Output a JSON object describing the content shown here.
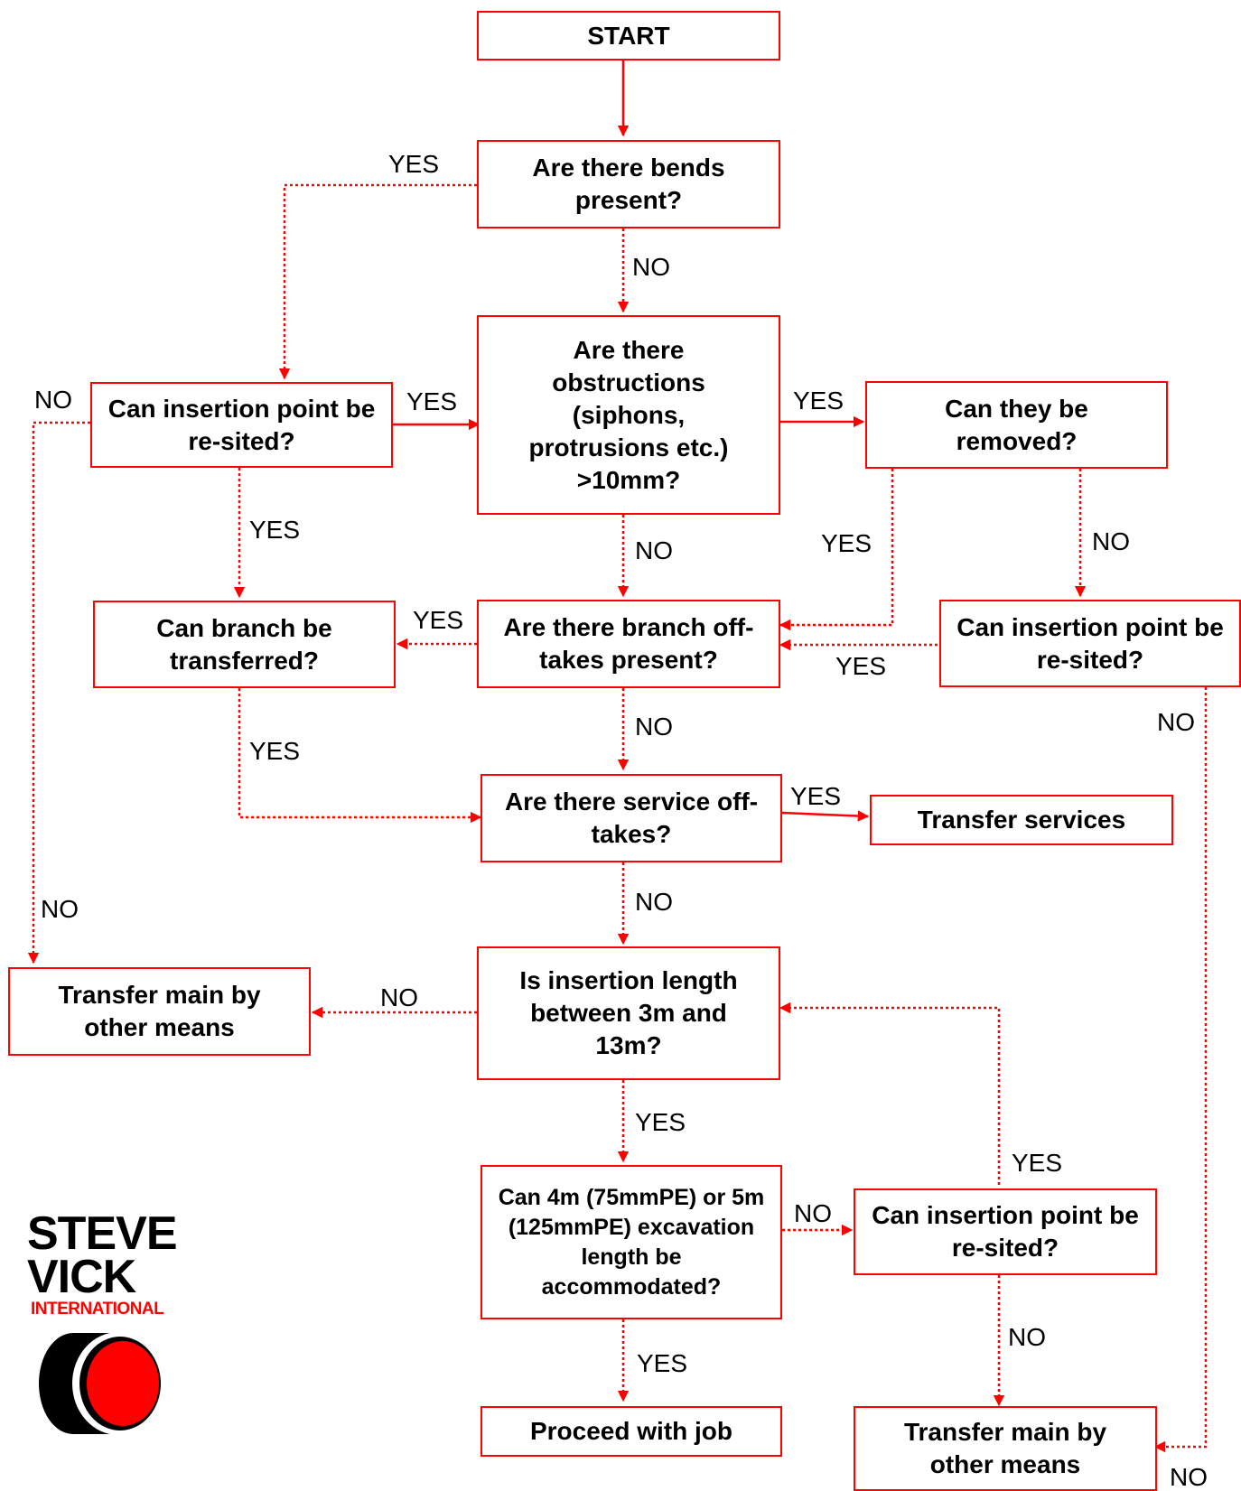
{
  "colors": {
    "line": "#ff0000",
    "text": "#000000",
    "background": "#ffffff"
  },
  "nodes": {
    "start": "START",
    "bends": "Are there bends present?",
    "obstructions": "Are there obstructions (siphons, protrusions etc.) >10mm?",
    "resite_left": "Can insertion point be re-sited?",
    "removed": "Can they be removed?",
    "branch_transfer": "Can branch be transferred?",
    "branch_offtakes": "Are there branch off-takes present?",
    "resite_right": "Can insertion point be re-sited?",
    "service_offtakes": "Are there service off-takes?",
    "transfer_services": "Transfer services",
    "transfer_main_left": "Transfer main by other means",
    "insertion_length": "Is insertion length between 3m and 13m?",
    "excavation": "Can 4m (75mmPE) or 5m (125mmPE) excavation length be accommodated?",
    "resite_bottom": "Can insertion point be re-sited?",
    "proceed": "Proceed with job",
    "transfer_main_bottom": "Transfer main by other means"
  },
  "edge_labels": {
    "bends_yes": "YES",
    "bends_no": "NO",
    "resite_left_no": "NO",
    "resite_left_yes_right": "YES",
    "obstructions_yes": "YES",
    "resite_left_yes_down": "YES",
    "removed_yes": "YES",
    "removed_no": "NO",
    "obstructions_no": "NO",
    "branch_offtakes_yes": "YES",
    "resite_right_yes": "YES",
    "resite_right_no": "NO",
    "branch_offtakes_no": "NO",
    "branch_transfer_yes": "YES",
    "service_offtakes_yes": "YES",
    "left_no": "NO",
    "service_offtakes_no": "NO",
    "insertion_length_no": "NO",
    "insertion_length_yes": "YES",
    "resite_bottom_yes": "YES",
    "excavation_no": "NO",
    "resite_bottom_no": "NO",
    "excavation_yes": "YES",
    "bottom_right_no": "NO"
  },
  "logo": {
    "line1": "STEVE",
    "line2": "VICK",
    "line3": "INTERNATIONAL"
  }
}
